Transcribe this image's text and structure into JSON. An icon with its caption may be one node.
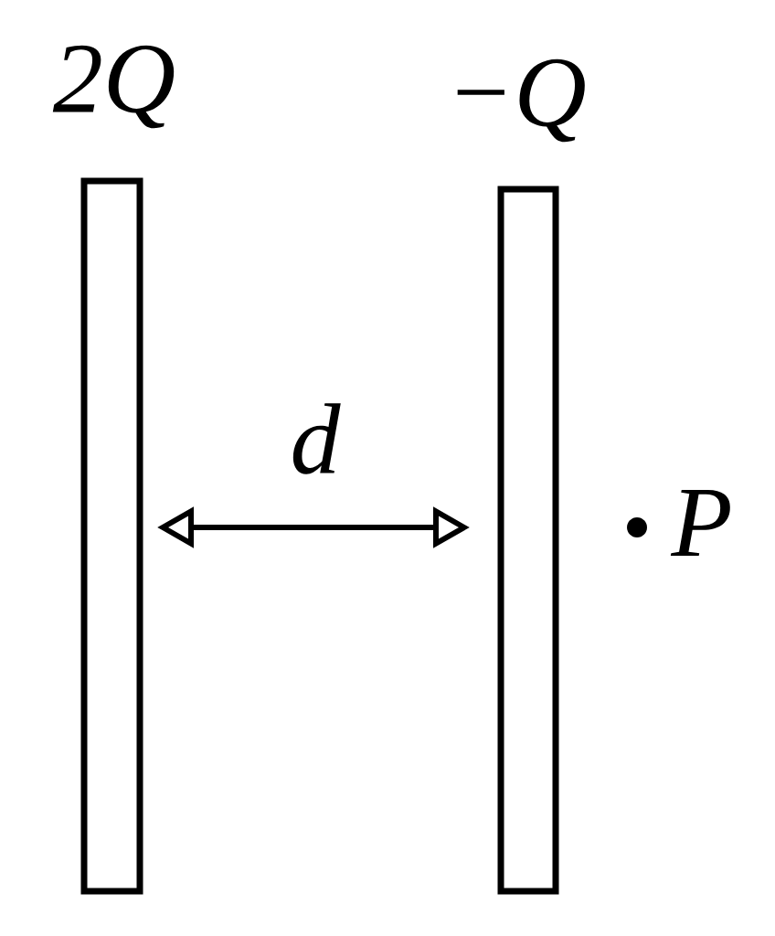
{
  "diagram": {
    "nodes": [
      {
        "text": [
          "2Q"
        ]
      },
      {
        "text": [
          "−Q"
        ]
      }
    ],
    "labels": [
      "d",
      "P"
    ]
  }
}
